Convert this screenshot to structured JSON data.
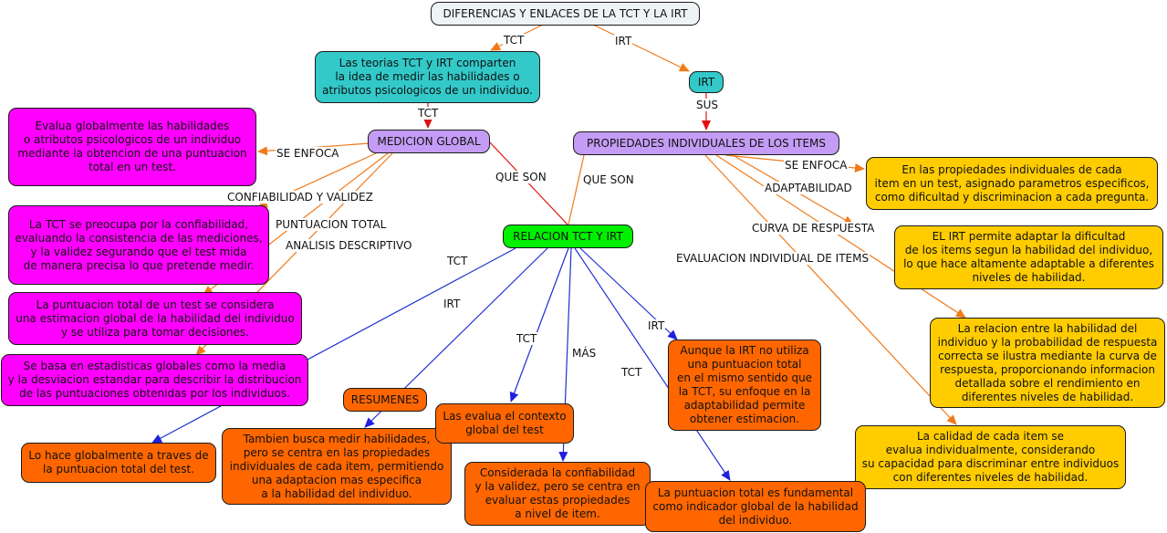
{
  "map_title": "DIFERENCIAS Y ENLACES DE LA TCT Y LA IRT",
  "colors": {
    "orange_link": "#f07a1a",
    "red_link": "#e01010",
    "blue_link": "#1f2fd0",
    "teal_node": "#33c9c9",
    "lavender_node": "#c49cf5",
    "magenta_node": "#ff00ff",
    "green_node": "#00f000",
    "orange_node": "#ff6600",
    "gold_node": "#ffcc00"
  },
  "nodes": {
    "title": "DIFERENCIAS Y ENLACES DE LA TCT Y LA IRT",
    "shared_idea": "Las teorias TCT y IRT comparten\nla idea de medir las habilidades o\natributos psicologicos de un individuo.",
    "irt": "IRT",
    "medicion_global": "MEDICION GLOBAL",
    "propiedades_items": "PROPIEDADES INDIVIDUALES DE LOS ITEMS",
    "evalua_globalmente": "Evalua globalmente las habilidades\no atributos psicologicos de un individuo\nmediante la obtencion de una puntuacion\ntotal en un test.",
    "confiabilidad_tct": "La TCT se preocupa por la confiabilidad,\nevaluando la consistencia de las mediciones,\ny la validez segurando que el test mida\nde manera precisa lo que pretende medir.",
    "puntuacion_total_estimacion": "La puntuacion total de un test se considera\nuna estimacion global de la habilidad del individuo\ny se utiliza para tomar decisiones.",
    "estadisticas_globales": "Se basa en estadisticas globales como la media\ny la desviacion estandar para describir la distribucion\nde las puntuaciones obtenidas por los individuos.",
    "relacion": "RELACION TCT Y IRT",
    "propiedades_definicion": "En las propiedades individuales de cada\nitem en un test, asignado parametros especificos,\ncomo dificultad y discriminacion a cada pregunta.",
    "adaptar_dificultad": "EL IRT permite adaptar la dificultad\nde los items segun la habilidad del individuo,\nlo que hace altamente adaptable a diferentes\nniveles de habilidad.",
    "curva_respuesta": "La relacion entre la habilidad del\nindividuo y la probabilidad de respuesta\ncorrecta se ilustra mediante la curva de\nrespuesta, proporcionando informacion\ndetallada sobre el rendimiento en\ndiferentes niveles de habilidad.",
    "calidad_item": "La calidad de cada item se\nevalua individualmente, considerando\nsu capacidad para discriminar entre individuos\ncon diferentes niveles de habilidad.",
    "resumenes": "RESUMENES",
    "globalmente_traves": "Lo hace globalmente a traves de\nla puntuacion total del test.",
    "tambien_busca": "Tambien busca medir habilidades,\npero se centra en las propiedades\nindividuales de cada item, permitiendo\nuna adaptacion mas especifica\na la habilidad del individuo.",
    "contexto_global": "Las evalua el contexto\nglobal del test",
    "considerada": "Considerada la confiabilidad\ny la validez, pero se centra en\nevaluar estas propiedades\na nivel de item.",
    "aunque_irt": "Aunque la IRT no utiliza\nuna puntuacion total\nen el mismo sentido que\nla TCT, su enfoque en la\nadaptabilidad permite\nobtener estimacion.",
    "puntuacion_fundamental": "La puntuacion total es fundamental\ncomo indicador global de la habilidad\ndel individuo."
  },
  "link_labels": {
    "tct_top": "TCT",
    "irt_top": "IRT",
    "tct_to_medicion": "TCT",
    "sus": "SUS",
    "se_enfoca_left": "SE ENFOCA",
    "confiabilidad_validez": "CONFIABILIDAD Y VALIDEZ",
    "puntuacion_total": "PUNTUACION TOTAL",
    "analisis_descriptivo": "ANALISIS DESCRIPTIVO",
    "que_son_left": "QUE SON",
    "que_son_right": "QUE SON",
    "se_enfoca_right": "SE ENFOCA",
    "adaptabilidad": "ADAPTABILIDAD",
    "curva_de_respuesta": "CURVA DE RESPUESTA",
    "evaluacion_individual": "EVALUACION INDIVIDUAL DE ITEMS",
    "rel_tct_1": "TCT",
    "rel_irt_1": "IRT",
    "rel_tct_2": "TCT",
    "rel_mas": "MÁS",
    "rel_tct_3": "TCT",
    "rel_irt_2": "IRT"
  }
}
